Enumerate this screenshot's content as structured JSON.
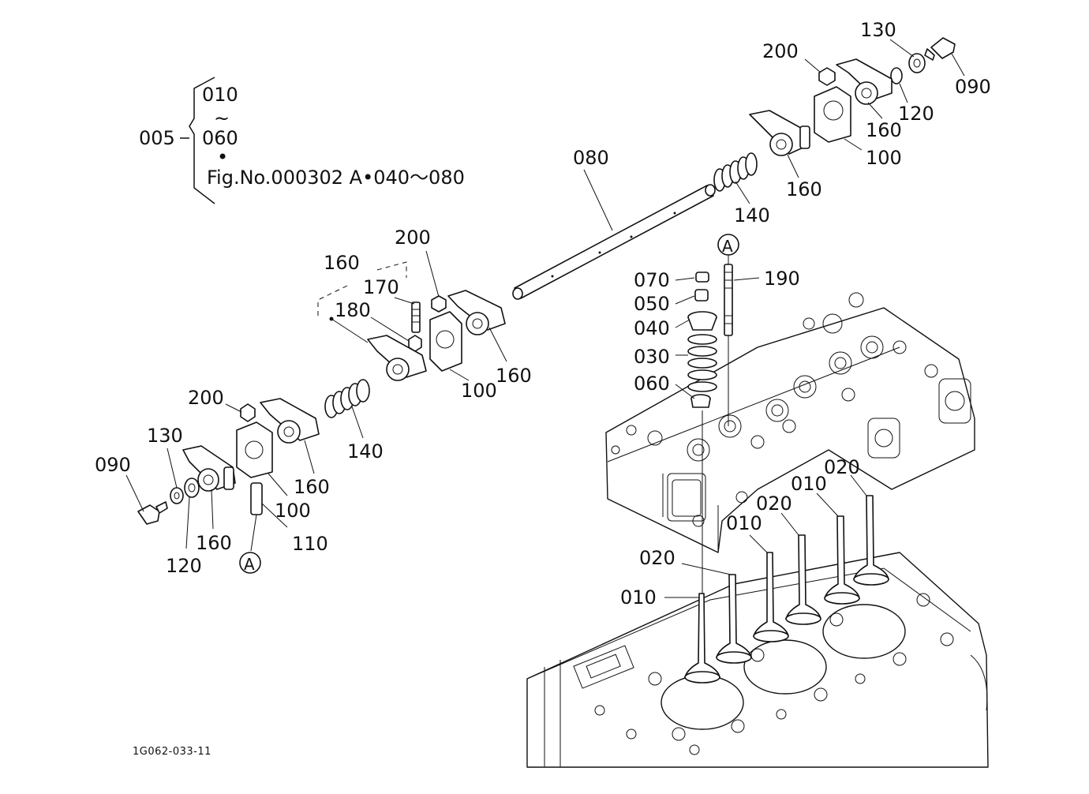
{
  "group_note": {
    "parent": "005",
    "range_start": "010",
    "range_tilde": "~",
    "range_end": "060",
    "dot": "•",
    "reference": "Fig.No.000302  A•040～080"
  },
  "callouts": [
    {
      "id": "090-right",
      "text": "090"
    },
    {
      "id": "130-right",
      "text": "130"
    },
    {
      "id": "200-right",
      "text": "200"
    },
    {
      "id": "120-right",
      "text": "120"
    },
    {
      "id": "160-right-a",
      "text": "160"
    },
    {
      "id": "100-right",
      "text": "100"
    },
    {
      "id": "160-right-b",
      "text": "160"
    },
    {
      "id": "080",
      "text": "080"
    },
    {
      "id": "140-right",
      "text": "140"
    },
    {
      "id": "160-mid-bracket",
      "text": "160"
    },
    {
      "id": "200-mid",
      "text": "200"
    },
    {
      "id": "170",
      "text": "170"
    },
    {
      "id": "180",
      "text": "180"
    },
    {
      "id": "160-mid",
      "text": "160"
    },
    {
      "id": "100-mid",
      "text": "100"
    },
    {
      "id": "140-left",
      "text": "140"
    },
    {
      "id": "200-left",
      "text": "200"
    },
    {
      "id": "130-left",
      "text": "130"
    },
    {
      "id": "090-left",
      "text": "090"
    },
    {
      "id": "160-left-a",
      "text": "160"
    },
    {
      "id": "100-left",
      "text": "100"
    },
    {
      "id": "110",
      "text": "110"
    },
    {
      "id": "160-left-b",
      "text": "160"
    },
    {
      "id": "120-left",
      "text": "120"
    },
    {
      "id": "070",
      "text": "070"
    },
    {
      "id": "050",
      "text": "050"
    },
    {
      "id": "040",
      "text": "040"
    },
    {
      "id": "030",
      "text": "030"
    },
    {
      "id": "060",
      "text": "060"
    },
    {
      "id": "190",
      "text": "190"
    },
    {
      "id": "020-a",
      "text": "020"
    },
    {
      "id": "010-a",
      "text": "010"
    },
    {
      "id": "020-b",
      "text": "020"
    },
    {
      "id": "010-b",
      "text": "010"
    },
    {
      "id": "020-c",
      "text": "020"
    },
    {
      "id": "010-c",
      "text": "010"
    }
  ],
  "markers": {
    "top": "A",
    "bottom": "A"
  },
  "drawing_code": "1G062-033-11"
}
